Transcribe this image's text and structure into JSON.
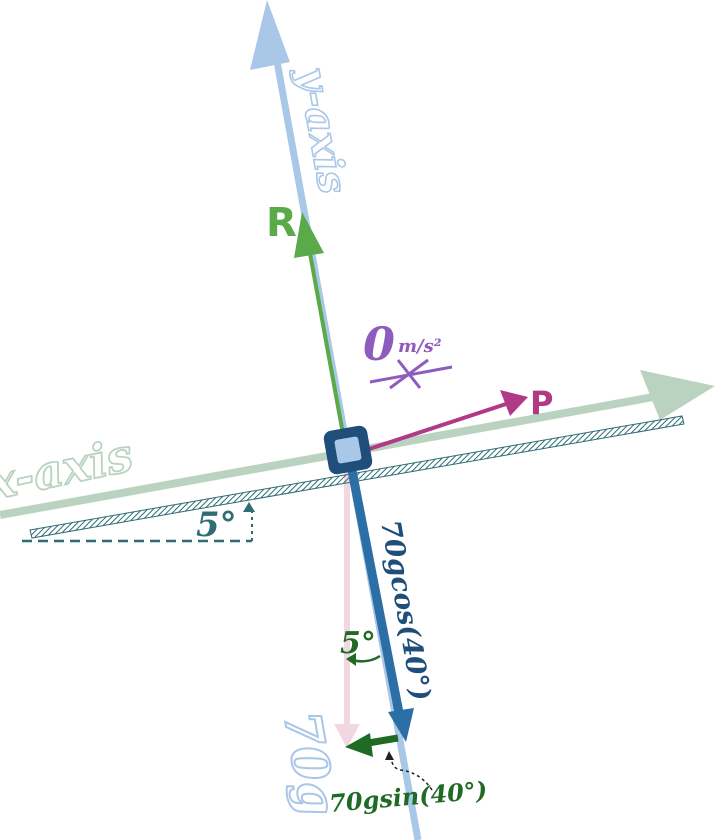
{
  "labels": {
    "y_axis": "y-axis",
    "x_axis": "x-axis",
    "force_r": "R",
    "force_p": "P",
    "acceleration_value": "0",
    "acceleration_unit": "m/s²",
    "incline_angle": "5°",
    "weight_angle": "5°",
    "weight": "70g",
    "normal_component": "70gcos(40°)",
    "parallel_component": "70gsin(40°)"
  },
  "colors": {
    "axis": "#a9c7e6",
    "x_axis": "#b9d3c0",
    "incline": "#2e6d73",
    "force_r": "#5aaa4a",
    "force_p": "#b03a86",
    "normal_component": "#2b6fa6",
    "parallel_component": "#1f6b26",
    "acceleration": "#8e5cbf",
    "weight": "#e8b7c8",
    "block": "#1f4e7a"
  }
}
